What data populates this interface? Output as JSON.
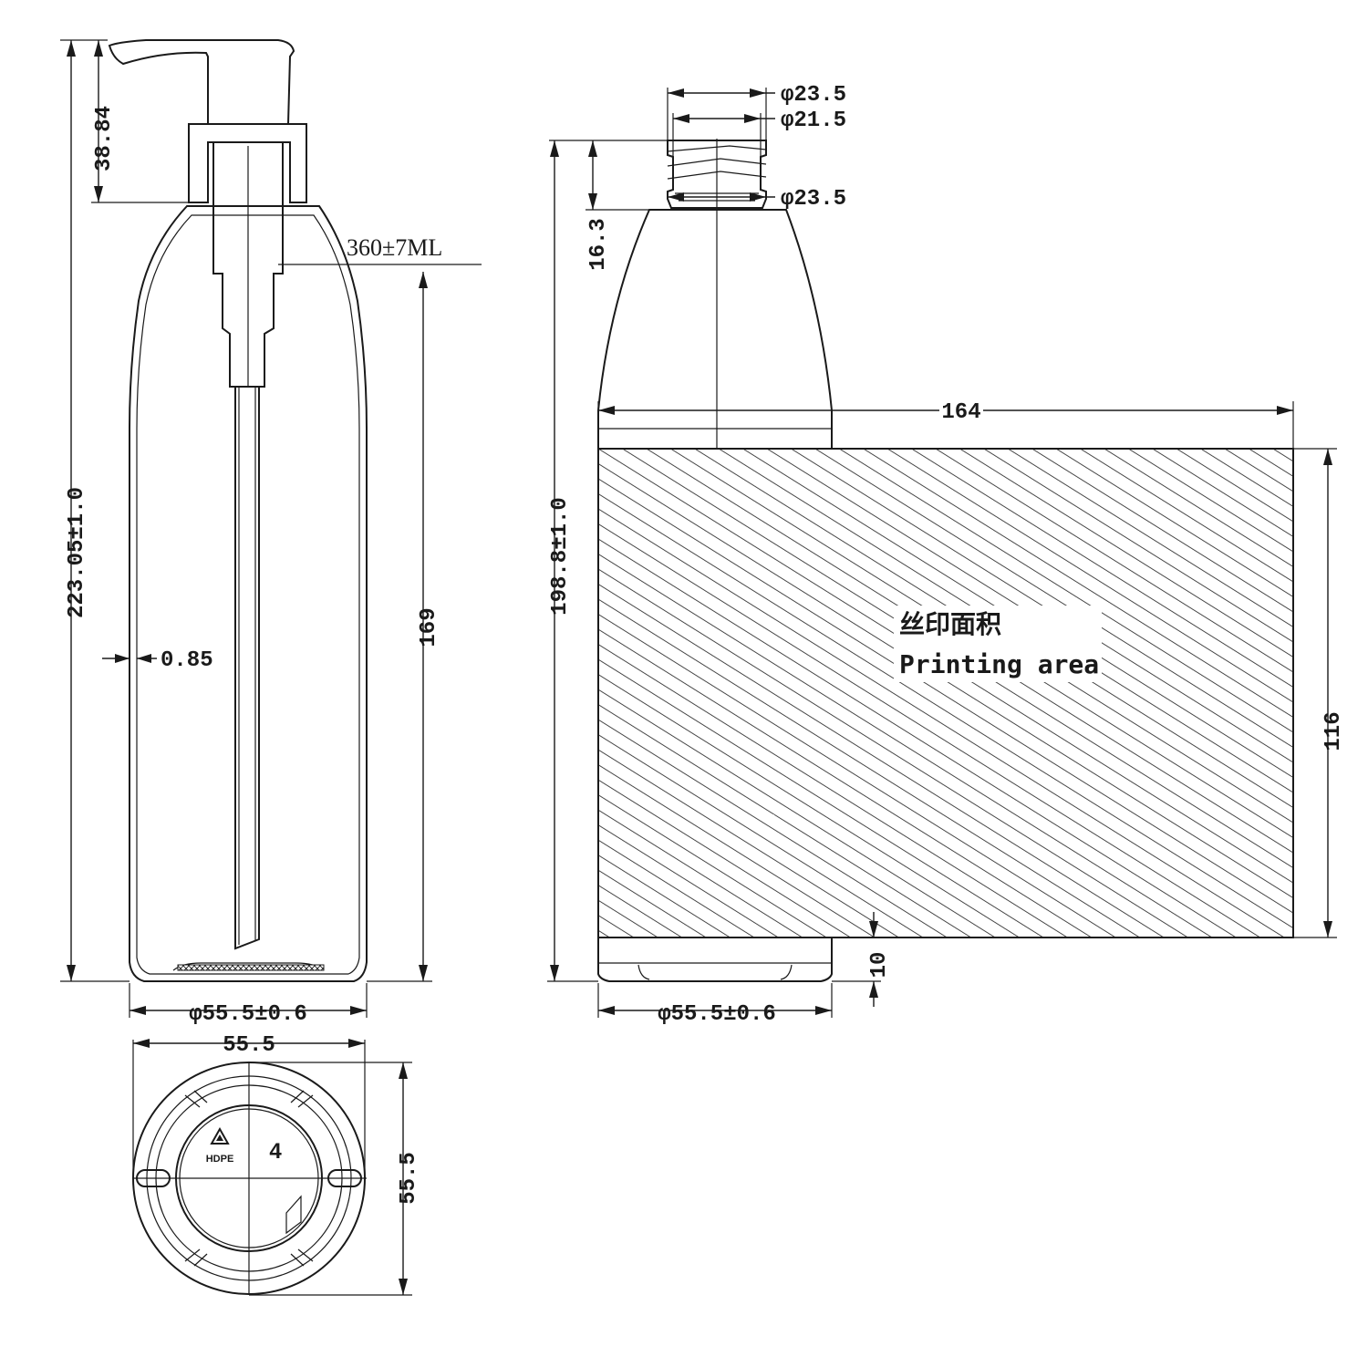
{
  "dimensions": {
    "total_height": "223.05±1.0",
    "pump_height": "38.84",
    "capacity": "360±7ML",
    "wall_thickness": "0.85",
    "inner_height": "169",
    "base_diameter_front": "φ55.5±0.6",
    "top_width": "55.5",
    "top_depth": "55.5",
    "neck_outer_top": "φ23.5",
    "neck_inner": "φ21.5",
    "neck_outer_bottom": "φ23.5",
    "neck_height": "16.3",
    "bottle_height": "198.8±1.0",
    "print_width": "164",
    "print_height": "116",
    "bottom_offset": "10",
    "base_diameter_side": "φ55.5±0.6"
  },
  "printing_area": {
    "label_cn": "丝印面积",
    "label_en": "Printing area"
  },
  "base_marking": {
    "material": "HDPE",
    "recycle_code": "4"
  }
}
